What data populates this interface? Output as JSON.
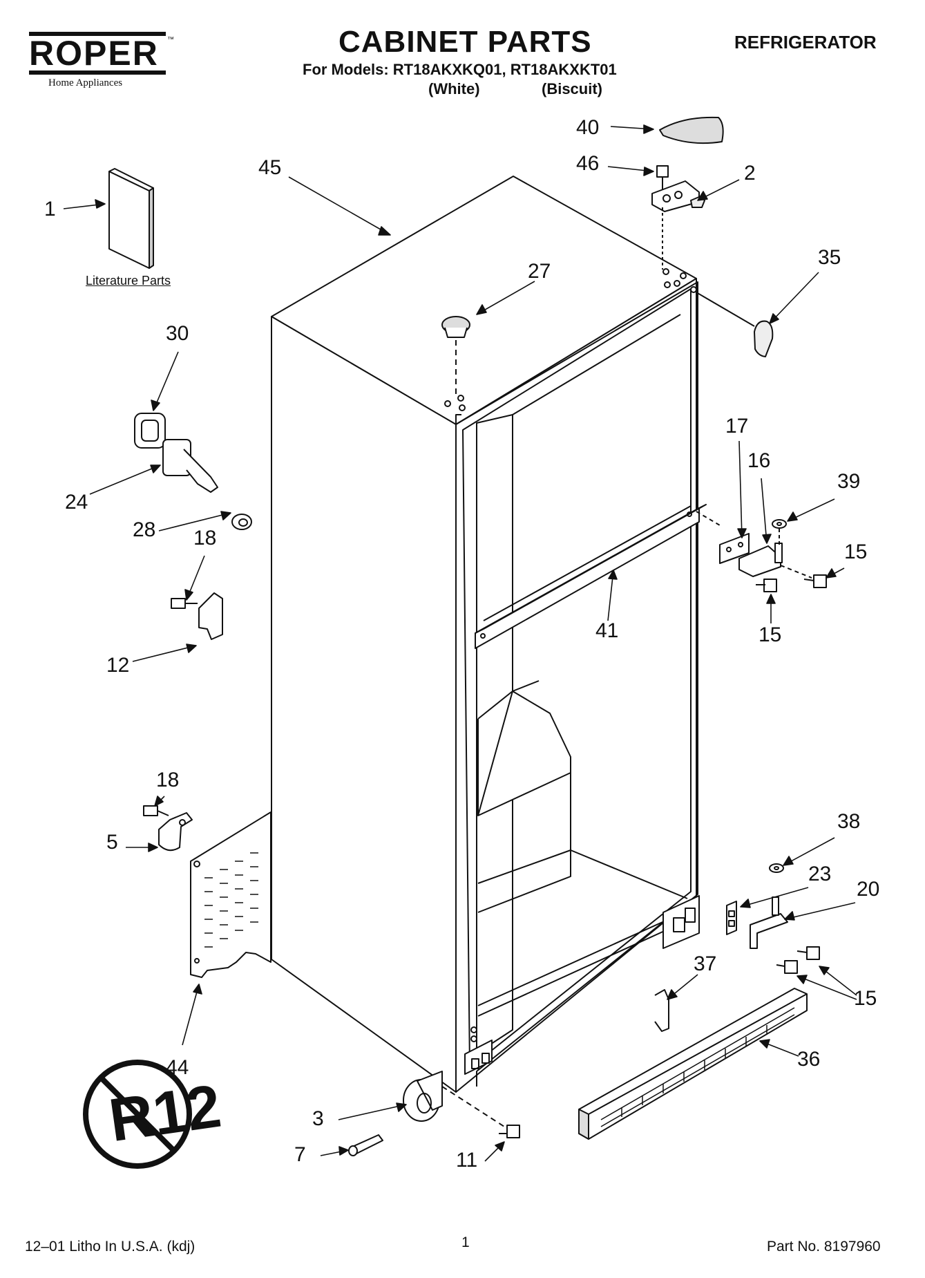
{
  "header": {
    "brand": "ROPER",
    "brand_mark": "™",
    "brand_sub": "Home Appliances",
    "title": "CABINET PARTS",
    "models_line": "For Models: RT18AKXKQ01, RT18AKXKT01",
    "color_1": "(White)",
    "color_2": "(Biscuit)",
    "category": "REFRIGERATOR"
  },
  "literature_label": "Literature Parts",
  "callouts": [
    "1",
    "45",
    "27",
    "40",
    "46",
    "2",
    "35",
    "30",
    "24",
    "28",
    "18",
    "12",
    "17",
    "16",
    "39",
    "15",
    "15",
    "41",
    "18",
    "5",
    "44",
    "38",
    "23",
    "20",
    "15",
    "37",
    "36",
    "3",
    "7",
    "11"
  ],
  "r12_badge": "R12",
  "footer": {
    "left": "12–01 Litho In U.S.A. (kdj)",
    "center": "1",
    "right": "Part No. 8197960"
  }
}
